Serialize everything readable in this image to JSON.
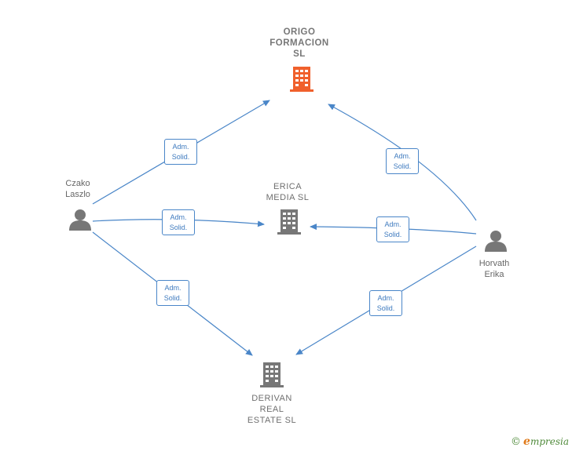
{
  "nodes": {
    "origo": {
      "label": "ORIGO\nFORMACION\nSL",
      "color": "#f0602c"
    },
    "erica": {
      "label": "ERICA\nMEDIA  SL",
      "color": "#777777"
    },
    "derivan": {
      "label": "DERIVAN\nREAL\nESTATE  SL",
      "color": "#777777"
    },
    "czako": {
      "label": "Czako\nLaszlo",
      "color": "#777777"
    },
    "horvath": {
      "label": "Horvath\nErika",
      "color": "#777777"
    }
  },
  "edges": [
    {
      "from": "czako",
      "to": "origo",
      "label": "Adm.\nSolid."
    },
    {
      "from": "czako",
      "to": "erica",
      "label": "Adm.\nSolid."
    },
    {
      "from": "czako",
      "to": "derivan",
      "label": "Adm.\nSolid."
    },
    {
      "from": "horvath",
      "to": "origo",
      "label": "Adm.\nSolid."
    },
    {
      "from": "horvath",
      "to": "erica",
      "label": "Adm.\nSolid."
    },
    {
      "from": "horvath",
      "to": "derivan",
      "label": "Adm.\nSolid."
    }
  ],
  "edge_color": "#4a86c8",
  "footer": {
    "copyright": "©",
    "brand_initial": "e",
    "brand_rest": "mpresia"
  }
}
